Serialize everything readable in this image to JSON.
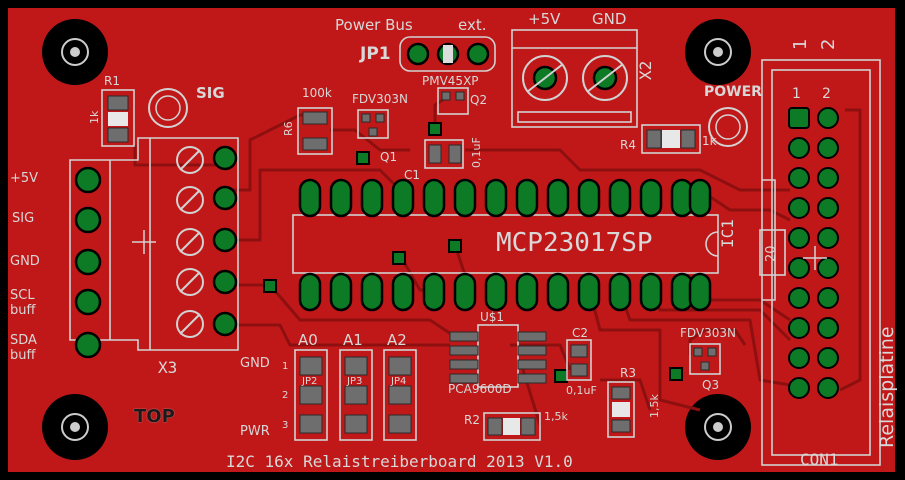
{
  "board": {
    "title": "I2C 16x Relaistreiberboard 2013 V1.0",
    "top_label": "TOP",
    "colors": {
      "board": "#c01818",
      "dark": "#8e0f0f",
      "silk": "#d2d2d2",
      "copper": "#0d7a26",
      "black": "#000000"
    }
  },
  "labels": {
    "power_bus": "Power Bus",
    "ext": "ext.",
    "jp1": "JP1",
    "plus5v_top": "+5V",
    "gnd_top": "GND",
    "x2": "X2",
    "r1": "R1",
    "r1_val": "1k",
    "sig": "SIG",
    "power": "POWER",
    "r6_val": "100k",
    "r6": "R6",
    "fdv1": "FDV303N",
    "q1": "Q1",
    "pmv": "PMV45XP",
    "q2": "Q2",
    "c1": "C1",
    "c1_val": "0,1uF",
    "r4": "R4",
    "r4_val": "1k",
    "ic": "MCP23017SP",
    "ic1": "IC1",
    "twenty": "20",
    "con_1": "1",
    "con_2": "2",
    "con1": "CON1",
    "relais": "Relaisplatine",
    "x3": "X3",
    "u1": "U$1",
    "pca": "PCA9600D",
    "c2": "C2",
    "c2_val": "0,1uF",
    "r3": "R3",
    "r3_val": "1,5k",
    "r2": "R2",
    "r2_val": "1,5k",
    "fdv2": "FDV303N",
    "q3": "Q3",
    "a0": "A0",
    "a1": "A1",
    "a2": "A2",
    "jp2": "JP2",
    "jp3": "JP3",
    "jp4": "JP4",
    "gnd_jp": "GND",
    "pwr_jp": "PWR",
    "jp_n1": "1",
    "jp_n2": "2",
    "jp_n3": "3"
  },
  "x3_pins": [
    "+5V",
    "SIG",
    "GND",
    "SCL buff",
    "SDA buff"
  ]
}
